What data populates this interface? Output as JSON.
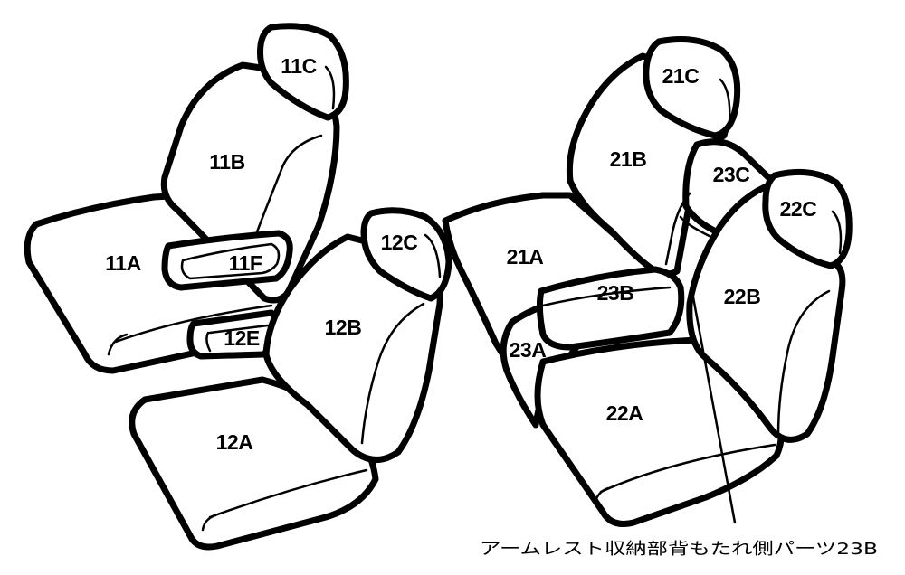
{
  "parts": {
    "p11A": "11A",
    "p11B": "11B",
    "p11C": "11C",
    "p11E": "12E",
    "p11F": "11F",
    "p12A": "12A",
    "p12B": "12B",
    "p12C": "12C",
    "p21A": "21A",
    "p21B": "21B",
    "p21C": "21C",
    "p22A": "22A",
    "p22B": "22B",
    "p22C": "22C",
    "p23A": "23A",
    "p23B": "23B",
    "p23C": "23C"
  },
  "caption": "アームレスト収納部背もたれ側パーツ23B"
}
